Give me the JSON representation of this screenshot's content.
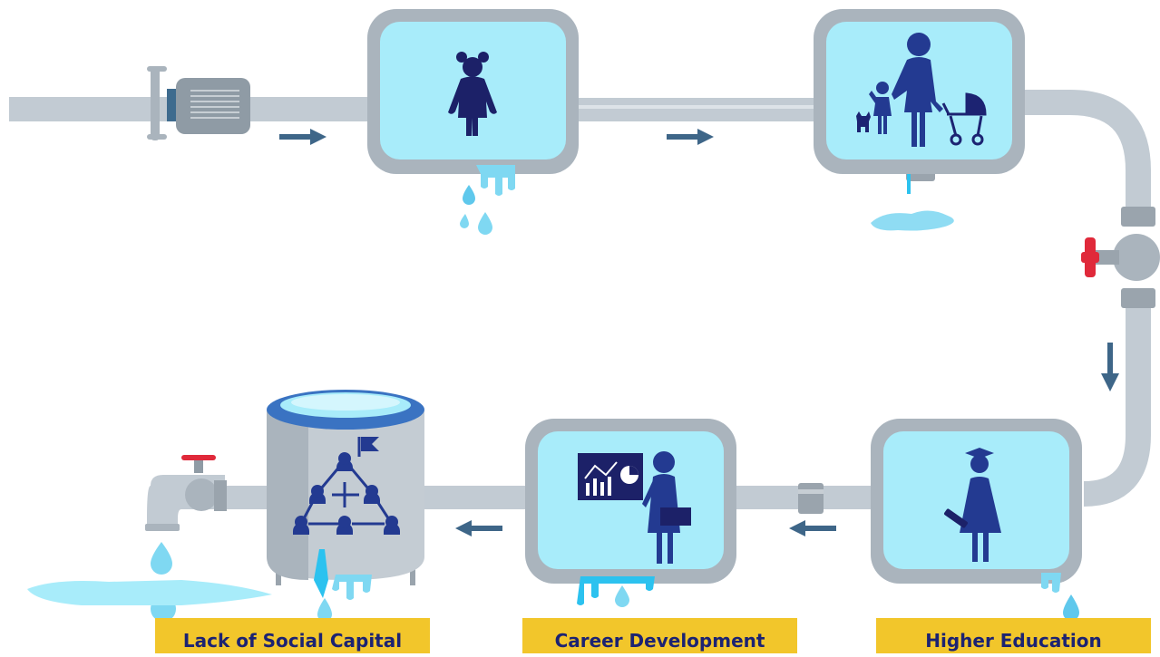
{
  "stages": [
    {
      "id": "early-childhood",
      "label": ""
    },
    {
      "id": "family-formation",
      "label": ""
    },
    {
      "id": "higher-education",
      "label": "Higher Education"
    },
    {
      "id": "career-development",
      "label": "Career Development"
    },
    {
      "id": "social-capital",
      "label": "Lack of Social Capital"
    }
  ],
  "colors": {
    "pipe": "#c2cbd3",
    "frame": "#aab4bd",
    "water": "#a8ecfa",
    "drop": "#7fd8f2",
    "arrow": "#3e6688",
    "figure": "#233a91",
    "label_bg": "#f2c62b",
    "label_text": "#1c2372",
    "valve": "#e0293a"
  },
  "icons": [
    "pump-icon",
    "child-icon",
    "mother-with-children-icon",
    "graduate-icon",
    "presenter-icon",
    "network-icon",
    "valve-icon",
    "faucet-icon",
    "water-tank-icon",
    "flow-arrow-icon",
    "drip-icon"
  ]
}
